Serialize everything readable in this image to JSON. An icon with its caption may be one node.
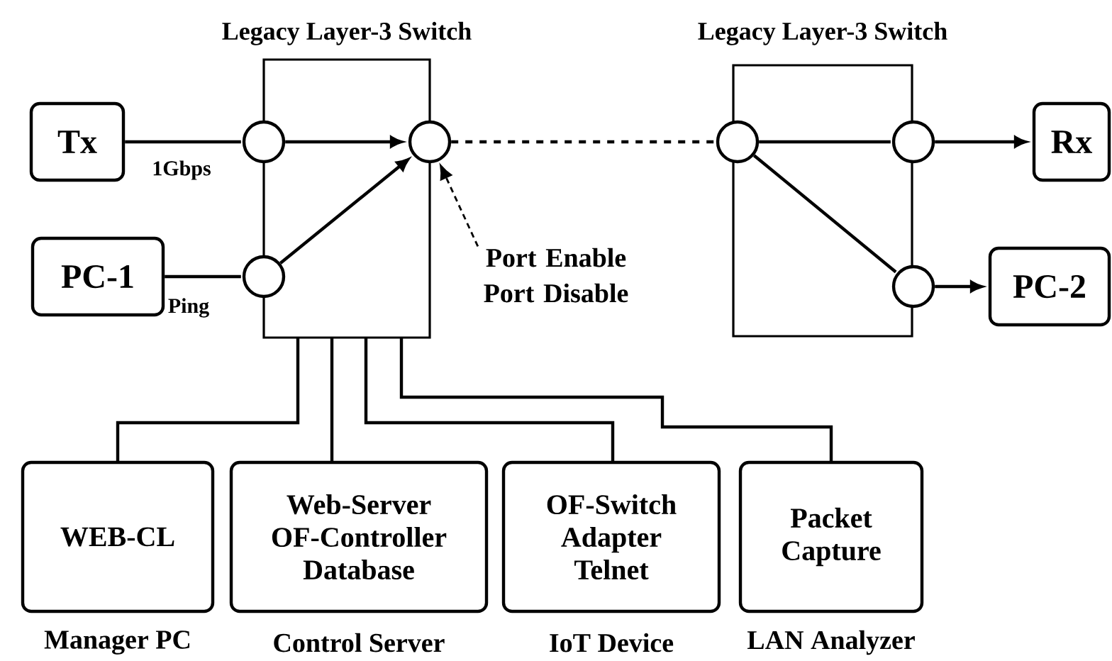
{
  "diagram": {
    "nodes": [
      {
        "text": [
          "Tx"
        ]
      },
      {
        "text": [
          "PC-1"
        ]
      },
      {
        "text": [
          "Legacy Layer-3 Switch"
        ]
      },
      {
        "text": [],
        "shape": "circle",
        "in": 2
      },
      {
        "text": [],
        "shape": "circle",
        "in": 2
      },
      {
        "text": [],
        "shape": "circle",
        "in": 2
      },
      {
        "text": [
          "Legacy Layer-3 Switch"
        ]
      },
      {
        "text": [],
        "shape": "circle",
        "in": 6
      },
      {
        "text": [],
        "shape": "circle",
        "in": 6
      },
      {
        "text": [],
        "shape": "circle",
        "in": 6
      },
      {
        "text": [
          "Rx"
        ]
      },
      {
        "text": [
          "PC-2"
        ]
      },
      {
        "text": [
          "WEB-CL"
        ],
        "beside": [
          "Manager PC"
        ]
      },
      {
        "text": [
          "Web-Server OF-Controller Database"
        ],
        "beside": [
          "Control Server"
        ]
      },
      {
        "text": [
          "OF-Switch Adapter Telnet"
        ],
        "beside": [
          "IoT Device"
        ]
      },
      {
        "text": [
          "Packet Capture"
        ],
        "beside": [
          "LAN Analyzer"
        ]
      },
      {
        "text": [
          "Port Enable Port Disable"
        ]
      }
    ],
    "edges": [
      {
        "from": 0,
        "to": 3,
        "arrow": "none",
        "label": "1Gbps"
      },
      {
        "from": 1,
        "to": 4,
        "arrow": "none",
        "label": "Ping"
      },
      {
        "from": 3,
        "to": 5,
        "arrow": "to"
      },
      {
        "from": 4,
        "to": 5,
        "arrow": "to"
      },
      {
        "from": 5,
        "to": 7,
        "arrow": "none",
        "style": "dashed"
      },
      {
        "from": 7,
        "to": 8,
        "arrow": "none"
      },
      {
        "from": 7,
        "to": 9,
        "arrow": "none"
      },
      {
        "from": 8,
        "to": 10,
        "arrow": "to"
      },
      {
        "from": 9,
        "to": 11,
        "arrow": "to"
      },
      {
        "from": 2,
        "to": 12,
        "arrow": "none"
      },
      {
        "from": 2,
        "to": 13,
        "arrow": "none"
      },
      {
        "from": 2,
        "to": 14,
        "arrow": "none"
      },
      {
        "from": 2,
        "to": 15,
        "arrow": "none"
      },
      {
        "from": 16,
        "to": 5,
        "arrow": "to",
        "style": "dashed"
      }
    ]
  }
}
